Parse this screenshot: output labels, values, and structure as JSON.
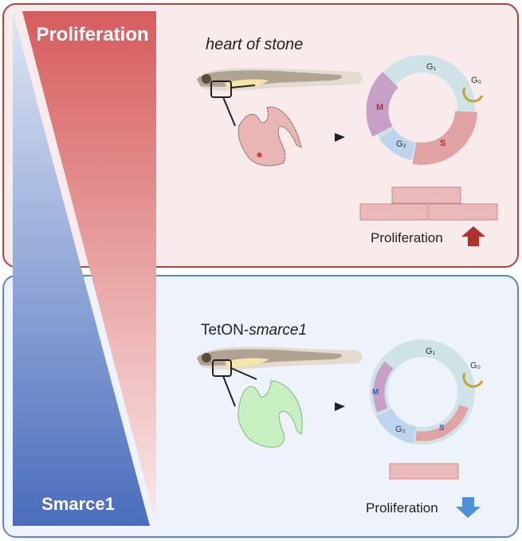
{
  "triangle": {
    "top_label": "Proliferation",
    "bottom_label": "Smarce1"
  },
  "top_panel": {
    "title": "heart of stone",
    "cycle": {
      "g1": "G₁",
      "g0": "G₀",
      "m": "M",
      "s": "S",
      "g2": "G₂"
    },
    "result_label": "Proliferation",
    "result_direction": "up"
  },
  "bottom_panel": {
    "title_prefix": "TetON-",
    "title_gene": "smarce1",
    "cycle": {
      "g1": "G₁",
      "g0": "G₀",
      "m": "M",
      "s": "S",
      "g2": "G₂"
    },
    "result_label": "Proliferation",
    "result_direction": "down"
  },
  "colors": {
    "red_border": "#b3413c",
    "blue_border": "#5d86c6",
    "red_fill": "#f9eaeb",
    "blue_fill": "#eef2fa",
    "up_arrow": "#b0322c",
    "down_arrow": "#4f8fd6"
  }
}
